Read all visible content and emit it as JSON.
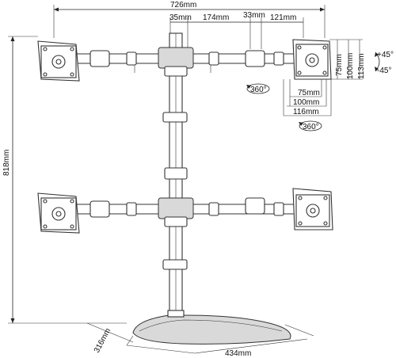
{
  "dimensions": {
    "total_width": "726mm",
    "pole_dia": "35mm",
    "arm_inner": "174mm",
    "clamp_width": "33mm",
    "arm_outer": "121mm",
    "total_height": "818mm",
    "base_depth": "316mm",
    "base_width": "434mm",
    "vesa_h1": "75mm",
    "vesa_h2": "100mm",
    "vesa_h3": "113mm",
    "vesa_w1": "75mm",
    "vesa_w2": "100mm",
    "vesa_w3": "116mm"
  },
  "rotation": {
    "tilt_up": "+45°",
    "tilt_down": "-45°",
    "swivel_arm": "360°",
    "swivel_head": "360°"
  }
}
